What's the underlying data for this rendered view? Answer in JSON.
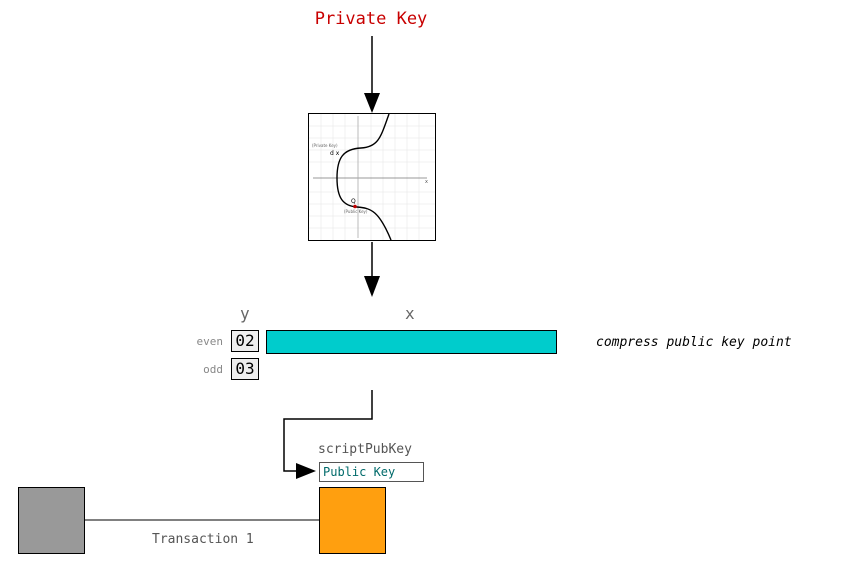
{
  "colors": {
    "title": "#c80000",
    "x_bar": "#00cccc",
    "output_box": "#ff9f0f",
    "input_box": "#999999",
    "field_text": "#006a6a"
  },
  "private_key_label": "Private Key",
  "curve": {
    "icon": "elliptic-curve-graph-icon",
    "private_key_tag": "(Private Key)",
    "dx_label": "d x",
    "q_label": "Q",
    "public_key_tag": "(Public Key)",
    "x_axis_label": "x"
  },
  "compressed_key": {
    "y_header": "y",
    "x_header": "x",
    "rows": [
      {
        "parity": "even",
        "prefix": "02"
      },
      {
        "parity": "odd",
        "prefix": "03"
      }
    ],
    "caption": "compress public key point"
  },
  "script_pub_key": {
    "label": "scriptPubKey",
    "field_value": "Public Key"
  },
  "transaction_label": "Transaction 1"
}
